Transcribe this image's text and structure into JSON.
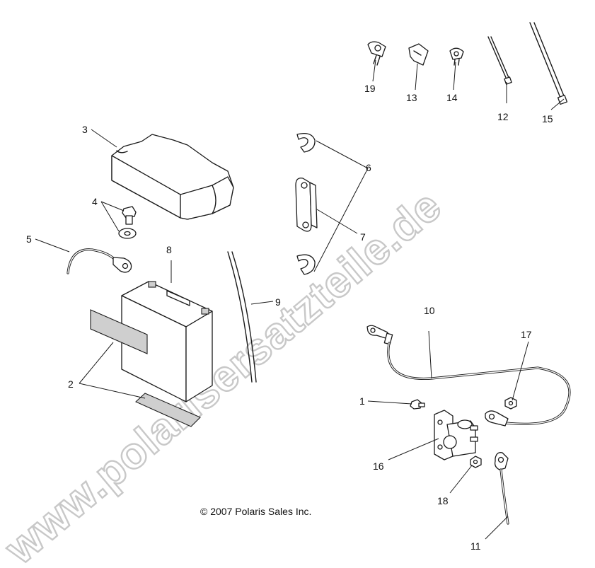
{
  "watermark": "www.polarisersatzteile.de",
  "copyright": "© 2007 Polaris Sales Inc.",
  "callouts": {
    "c1": "1",
    "c2": "2",
    "c3": "3",
    "c4": "4",
    "c5": "5",
    "c6": "6",
    "c7": "7",
    "c8": "8",
    "c9": "9",
    "c10": "10",
    "c11": "11",
    "c12": "12",
    "c13": "13",
    "c14": "14",
    "c15": "15",
    "c16": "16",
    "c17": "17",
    "c18": "18",
    "c19": "19"
  }
}
